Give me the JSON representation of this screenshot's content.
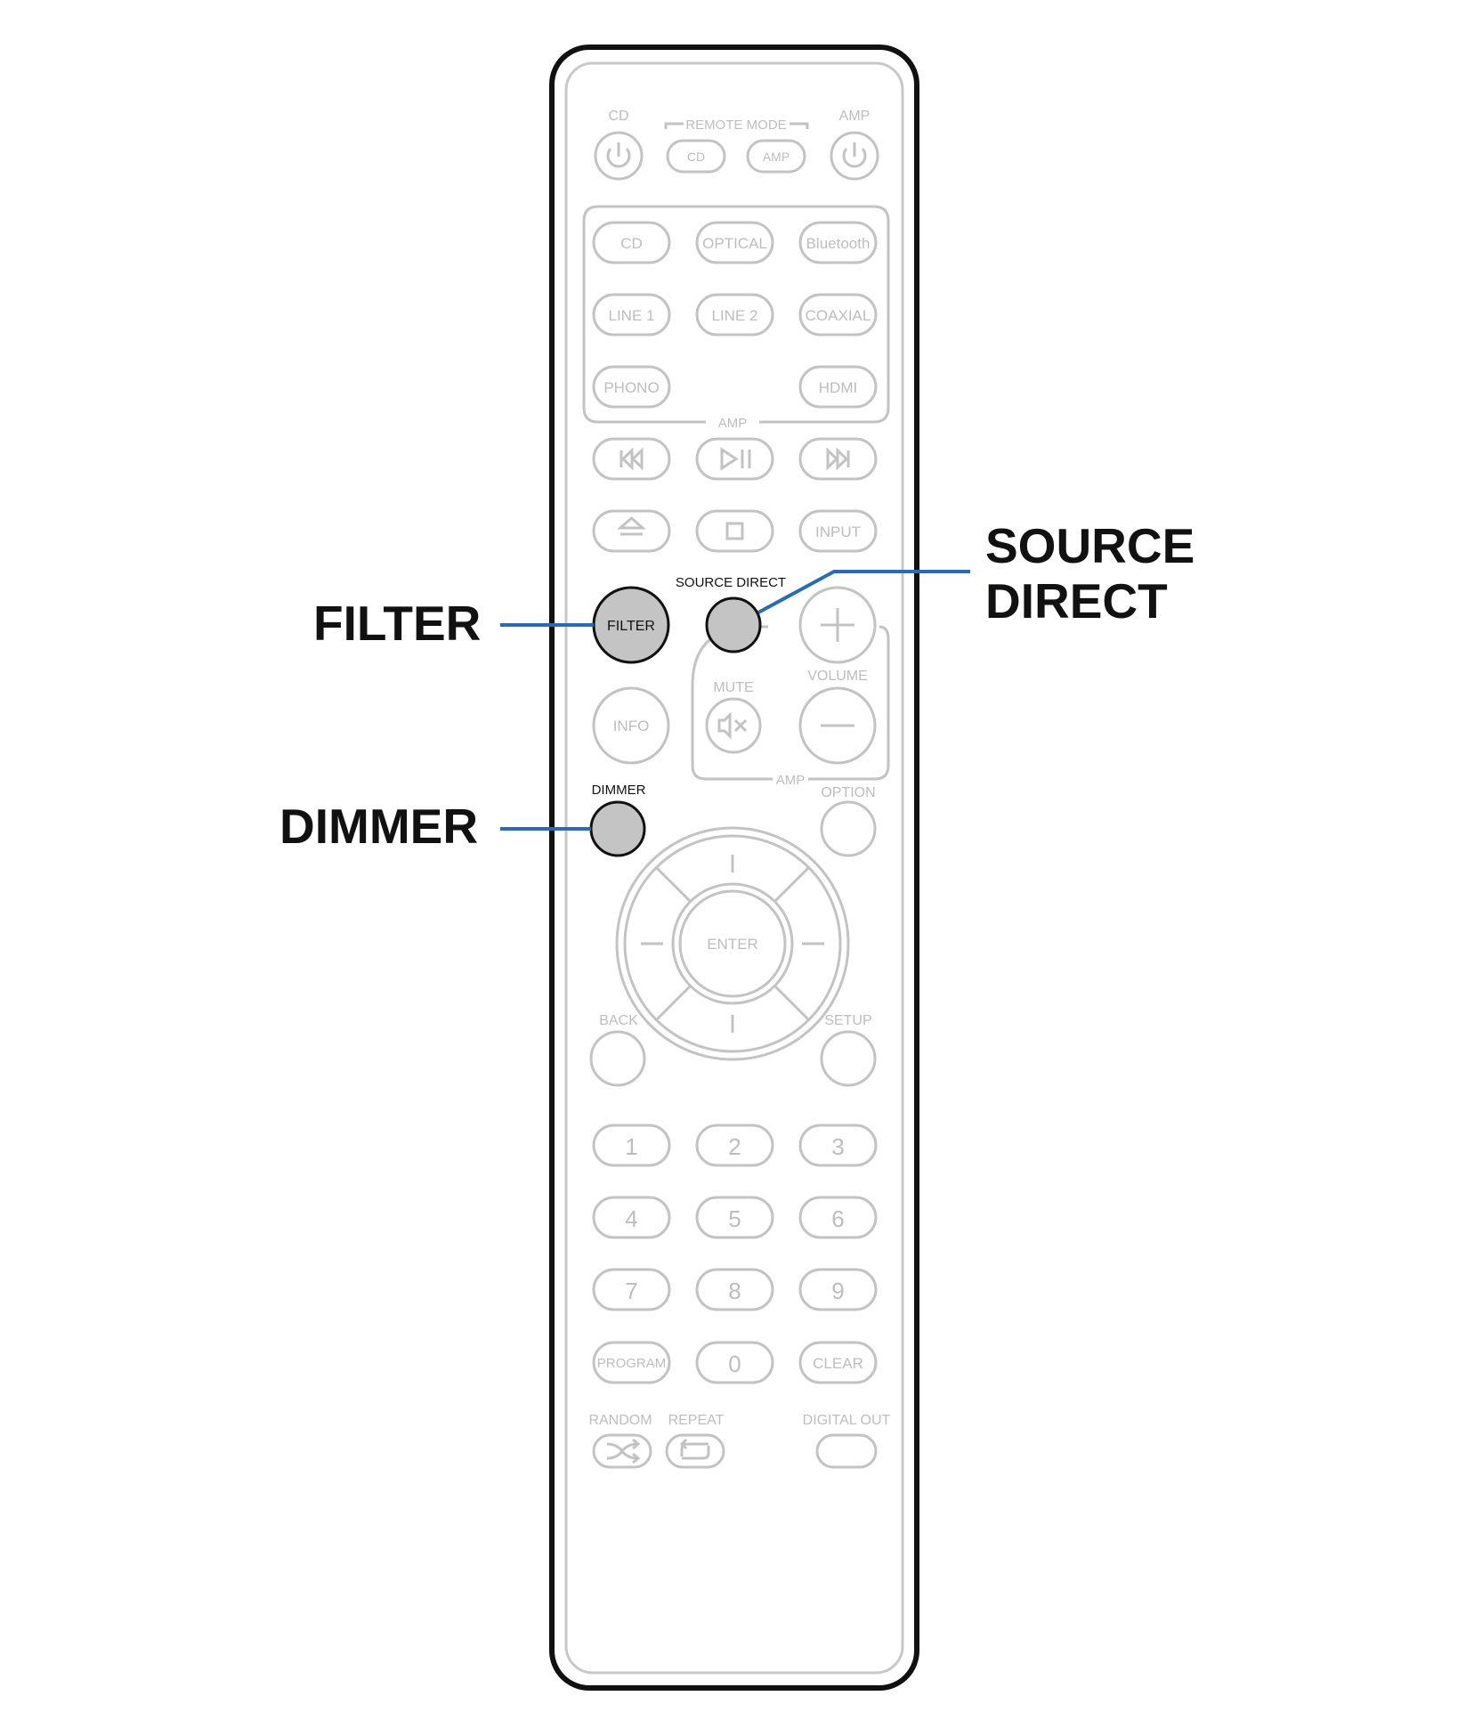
{
  "remote": {
    "power": {
      "cd_label": "CD",
      "amp_label": "AMP",
      "remote_mode_label": "REMOTE MODE",
      "mode_cd": "CD",
      "mode_amp": "AMP"
    },
    "inputs": {
      "cd": "CD",
      "optical": "OPTICAL",
      "bluetooth": "Bluetooth",
      "line1": "LINE 1",
      "line2": "LINE 2",
      "coaxial": "COAXIAL",
      "phono": "PHONO",
      "hdmi": "HDMI",
      "group_label": "AMP"
    },
    "transport": {
      "input": "INPUT"
    },
    "filter": "FILTER",
    "source_direct": "SOURCE DIRECT",
    "info": "INFO",
    "mute": "MUTE",
    "volume": "VOLUME",
    "volume_group_label": "AMP",
    "dimmer": "DIMMER",
    "option": "OPTION",
    "enter": "ENTER",
    "back": "BACK",
    "setup": "SETUP",
    "numbers": [
      "1",
      "2",
      "3",
      "4",
      "5",
      "6",
      "7",
      "8",
      "9"
    ],
    "program": "PROGRAM",
    "zero": "0",
    "clear": "CLEAR",
    "random": "RANDOM",
    "repeat": "REPEAT",
    "digital_out": "DIGITAL OUT"
  },
  "callouts": {
    "filter": "FILTER",
    "source_direct_line1": "SOURCE",
    "source_direct_line2": "DIRECT",
    "dimmer": "DIMMER"
  },
  "colors": {
    "outline_faded": "#c3c3c3",
    "text_faded": "#bdbdbd",
    "highlight_fill": "#c4c4c4",
    "leader_line": "#2b6cb0",
    "remote_outline": "#111111"
  }
}
